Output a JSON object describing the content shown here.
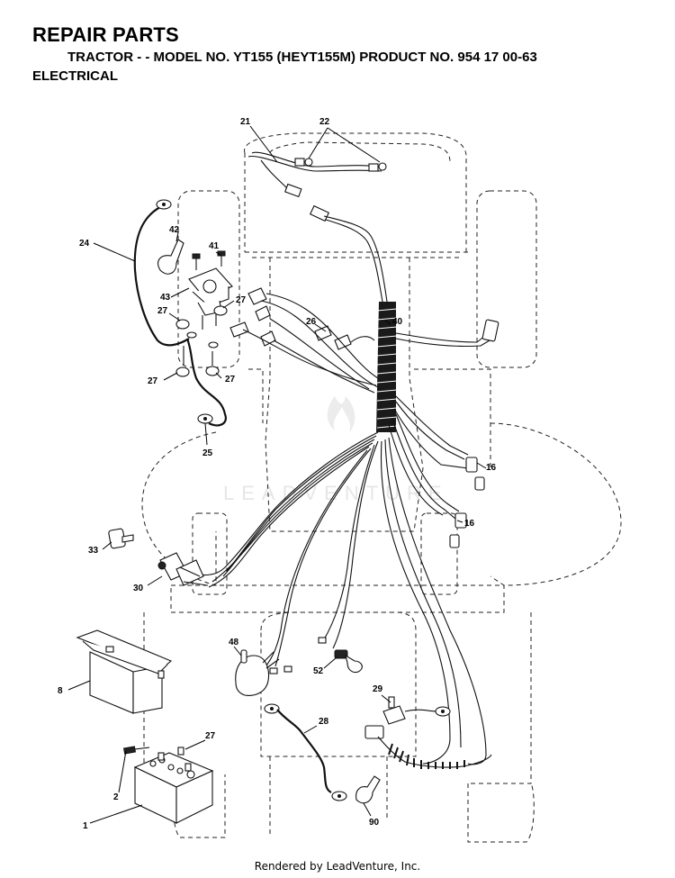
{
  "header": {
    "title": "REPAIR PARTS",
    "subtitle": "TRACTOR - - MODEL NO. YT155 (HEYT155M) PRODUCT NO. 954 17 00-63",
    "section": "ELECTRICAL"
  },
  "diagram": {
    "watermark": "LEADVENTURE",
    "callouts": [
      {
        "id": "c21",
        "label": "21"
      },
      {
        "id": "c22",
        "label": "22"
      },
      {
        "id": "c24",
        "label": "24"
      },
      {
        "id": "c42",
        "label": "42"
      },
      {
        "id": "c41",
        "label": "41"
      },
      {
        "id": "c43",
        "label": "43"
      },
      {
        "id": "c27a",
        "label": "27"
      },
      {
        "id": "c27b",
        "label": "27"
      },
      {
        "id": "c27c",
        "label": "27"
      },
      {
        "id": "c27d",
        "label": "27"
      },
      {
        "id": "c26",
        "label": "26"
      },
      {
        "id": "c40",
        "label": "40"
      },
      {
        "id": "c25",
        "label": "25"
      },
      {
        "id": "c16a",
        "label": "16"
      },
      {
        "id": "c16b",
        "label": "16"
      },
      {
        "id": "c33",
        "label": "33"
      },
      {
        "id": "c30",
        "label": "30"
      },
      {
        "id": "c48",
        "label": "48"
      },
      {
        "id": "c52",
        "label": "52"
      },
      {
        "id": "c8",
        "label": "8"
      },
      {
        "id": "c29",
        "label": "29"
      },
      {
        "id": "c28",
        "label": "28"
      },
      {
        "id": "c27e",
        "label": "27"
      },
      {
        "id": "c2",
        "label": "2"
      },
      {
        "id": "c1",
        "label": "1"
      },
      {
        "id": "c90",
        "label": "90"
      }
    ]
  },
  "footer": {
    "text": "Rendered by LeadVenture, Inc."
  }
}
